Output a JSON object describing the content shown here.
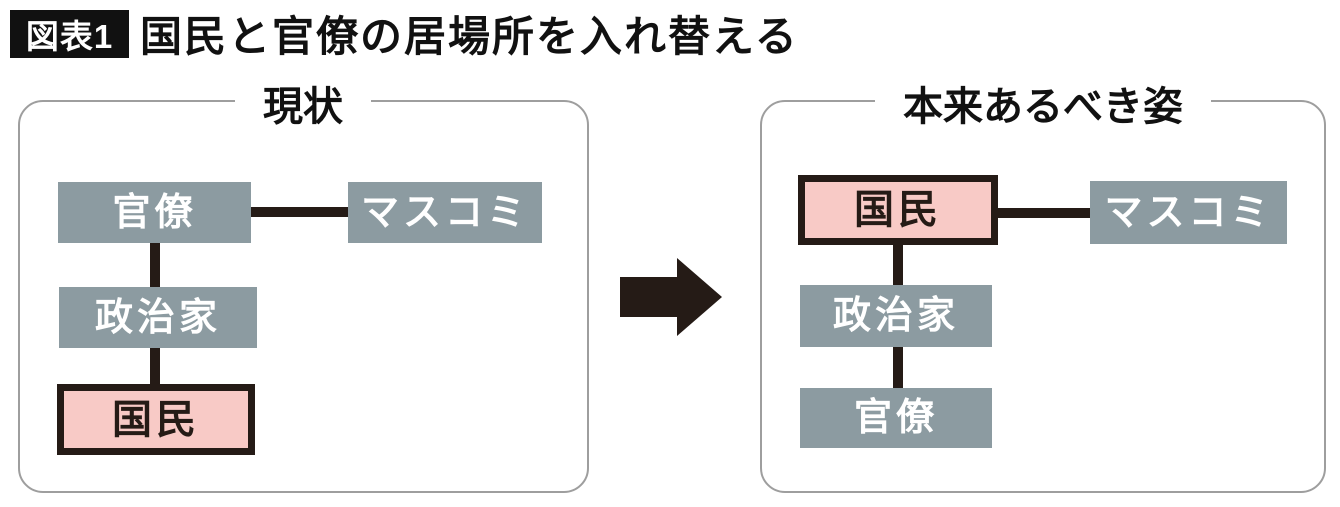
{
  "figure": {
    "label": "図表1",
    "title": "国民と官僚の居場所を入れ替える"
  },
  "panels": {
    "current": {
      "title": "現状",
      "nodes": {
        "bureaucrats": "官僚",
        "media": "マスコミ",
        "politicians": "政治家",
        "citizens": "国民"
      }
    },
    "ideal": {
      "title": "本来あるべき姿",
      "nodes": {
        "citizens": "国民",
        "media": "マスコミ",
        "politicians": "政治家",
        "bureaucrats": "官僚"
      }
    }
  },
  "arrow": {
    "icon": "right-arrow"
  },
  "colors": {
    "node_fill": "#8C9BA1",
    "node_text": "#FFFFFF",
    "highlight_fill": "#F8CAC6",
    "highlight_border": "#251B16",
    "connector": "#251B16",
    "panel_border": "#9E9E9E",
    "label_bg": "#111111",
    "label_text": "#FFFFFF"
  }
}
